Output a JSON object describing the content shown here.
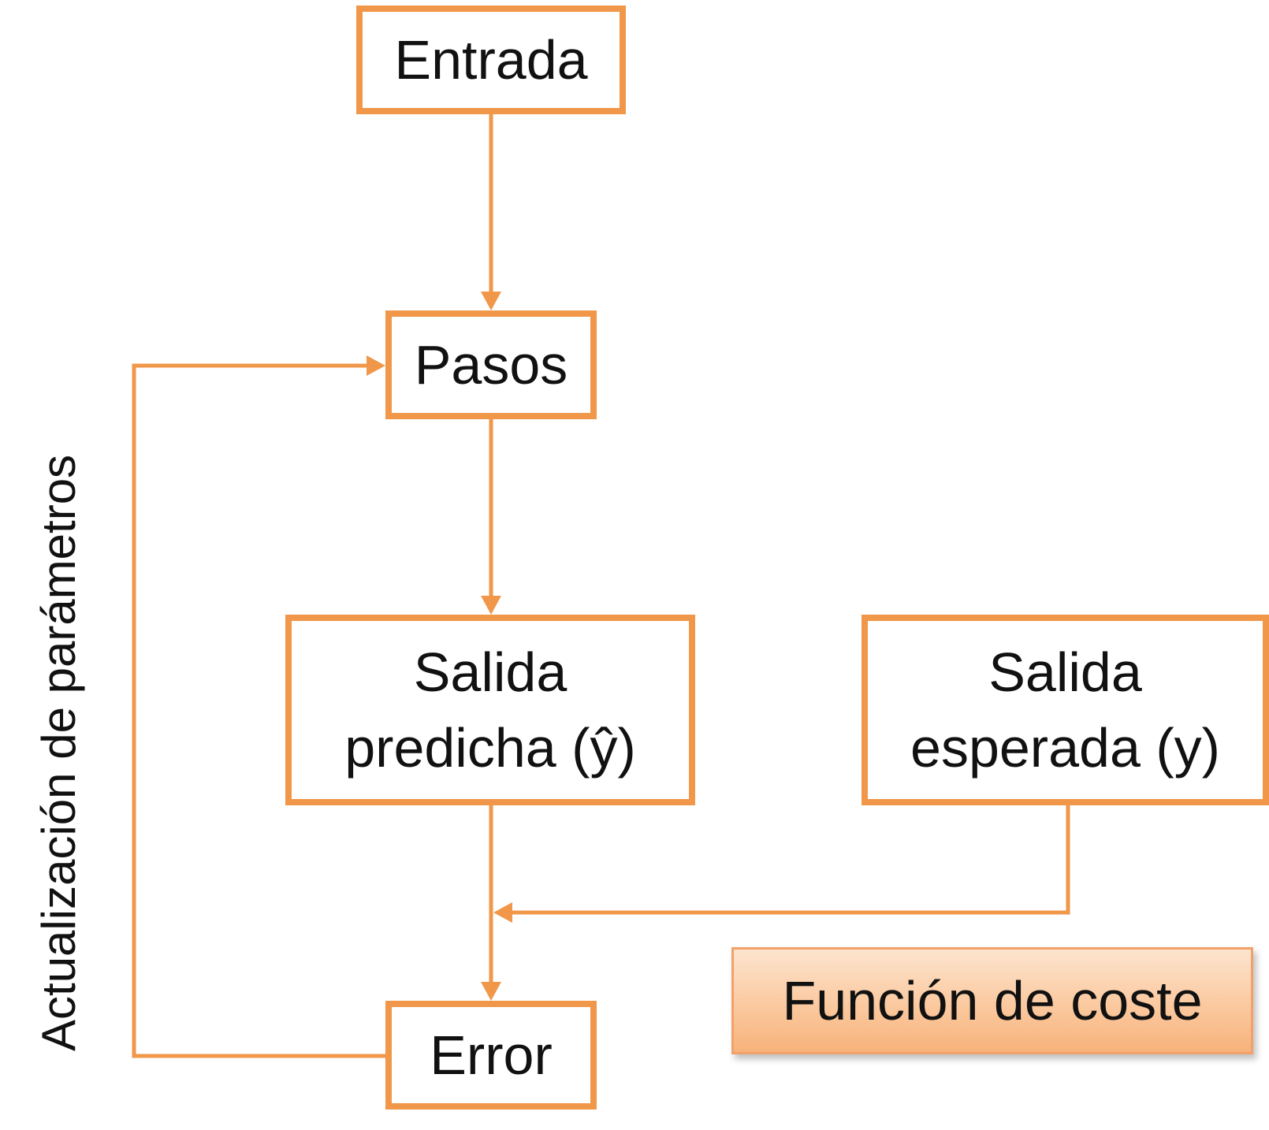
{
  "diagram": {
    "nodes": {
      "entrada": "Entrada",
      "pasos": "Pasos",
      "salida_predicha": {
        "line1": "Salida",
        "line2": "predicha (ŷ)"
      },
      "salida_esperada": {
        "line1": "Salida",
        "line2": "esperada (y)"
      },
      "error": "Error"
    },
    "feedback_label": "Actualización de parámetros",
    "legend_label": "Función de coste",
    "edges": [
      {
        "from": "entrada",
        "to": "pasos"
      },
      {
        "from": "pasos",
        "to": "salida_predicha"
      },
      {
        "from": "salida_predicha",
        "to": "error"
      },
      {
        "from": "salida_esperada",
        "to": "error"
      },
      {
        "from": "error",
        "to": "pasos",
        "label": "Actualización de parámetros"
      }
    ],
    "colors": {
      "stroke": "#f0974a",
      "text": "#111111"
    }
  }
}
